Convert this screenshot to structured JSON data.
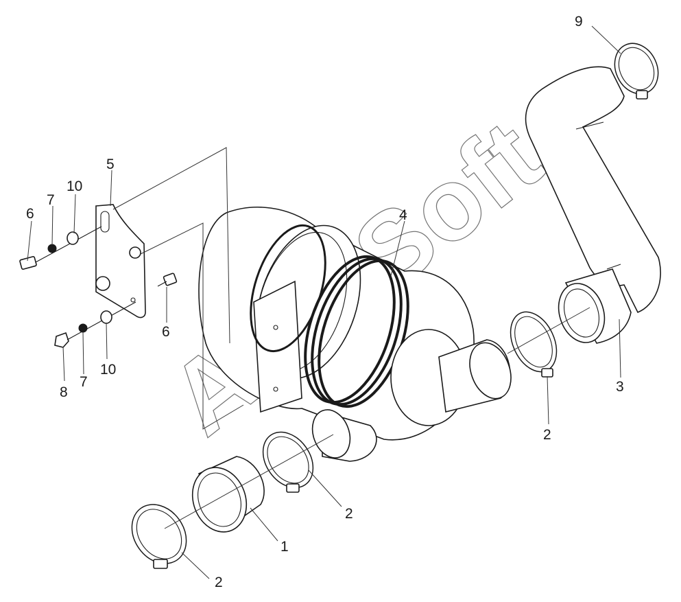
{
  "watermark": "AutoSoft",
  "callouts": [
    {
      "id": "c9",
      "label": "9"
    },
    {
      "id": "c5",
      "label": "5"
    },
    {
      "id": "c10a",
      "label": "10"
    },
    {
      "id": "c7a",
      "label": "7"
    },
    {
      "id": "c6a",
      "label": "6"
    },
    {
      "id": "c4",
      "label": "4"
    },
    {
      "id": "c6b",
      "label": "6"
    },
    {
      "id": "c8",
      "label": "8"
    },
    {
      "id": "c7b",
      "label": "7"
    },
    {
      "id": "c10b",
      "label": "10"
    },
    {
      "id": "c3",
      "label": "3"
    },
    {
      "id": "c2a",
      "label": "2"
    },
    {
      "id": "c2b",
      "label": "2"
    },
    {
      "id": "c1",
      "label": "1"
    },
    {
      "id": "c2c",
      "label": "2"
    }
  ]
}
